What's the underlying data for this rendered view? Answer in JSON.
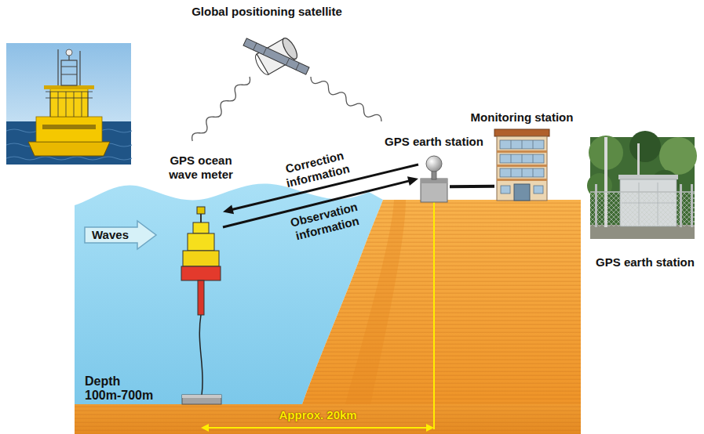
{
  "diagram": {
    "nodes": [
      {
        "text": [
          "Monitoring station"
        ]
      },
      {
        "text": [
          "GPS earth station"
        ]
      },
      {
        "text": [
          "GPS ocean wave meter"
        ]
      },
      {
        "text": [
          "Waves"
        ]
      }
    ],
    "edges": [
      {
        "from": 1,
        "to": 2,
        "label": "Correction information",
        "arrow": "to"
      },
      {
        "from": 2,
        "to": 1,
        "label": "Observation information",
        "arrow": "to"
      },
      {
        "from": 1,
        "to": 0,
        "arrow": "none"
      }
    ],
    "labels": [
      "Global positioning satellite",
      "Depth 100m-700m",
      "Approx. 20km",
      "GPS earth station"
    ]
  }
}
